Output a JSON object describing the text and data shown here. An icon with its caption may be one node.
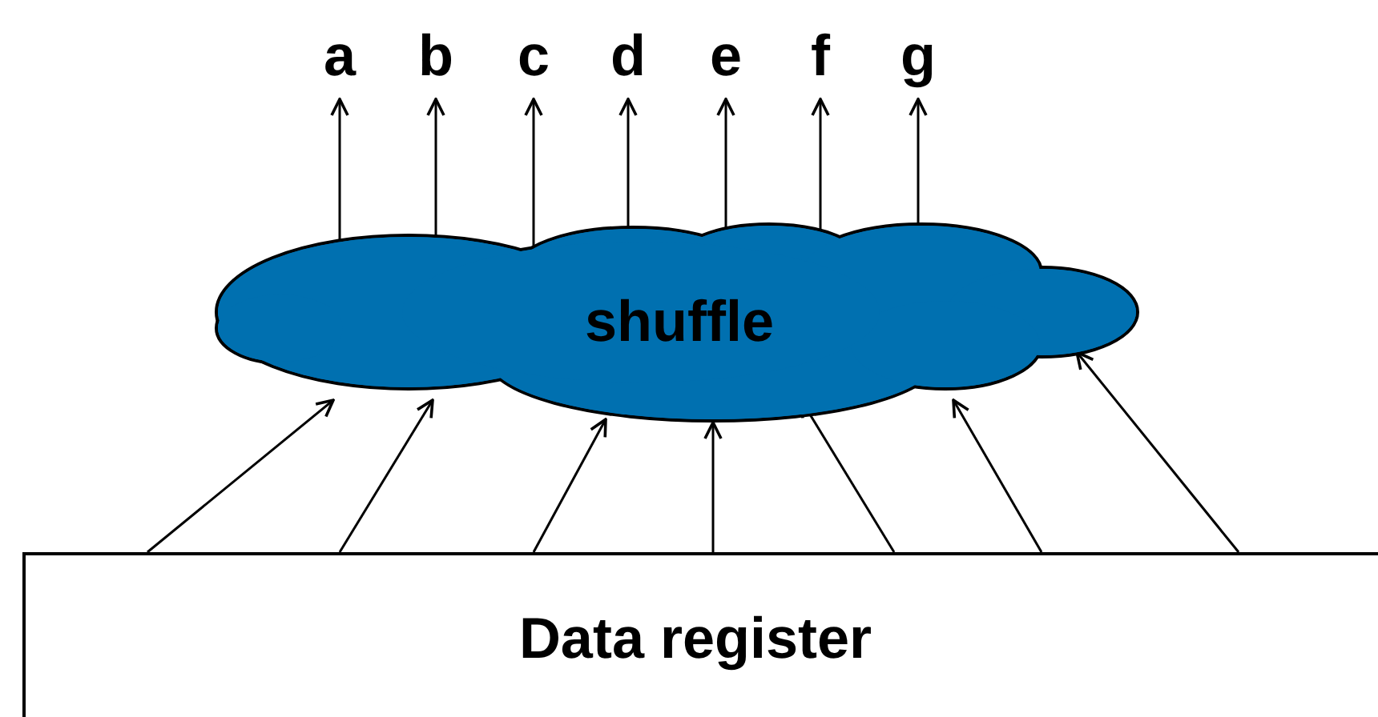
{
  "diagram": {
    "nodes": [
      {
        "text": [
          "shuffle"
        ]
      },
      {
        "text": [
          "Data register"
        ]
      },
      {
        "text": [
          "a"
        ]
      },
      {
        "text": [
          "b"
        ]
      },
      {
        "text": [
          "c"
        ]
      },
      {
        "text": [
          "d"
        ]
      },
      {
        "text": [
          "e"
        ]
      },
      {
        "text": [
          "f"
        ]
      },
      {
        "text": [
          "g"
        ]
      }
    ],
    "edges": [
      {
        "from": 1,
        "to": 0,
        "arrow": "to"
      },
      {
        "from": 1,
        "to": 0,
        "arrow": "to"
      },
      {
        "from": 1,
        "to": 0,
        "arrow": "to"
      },
      {
        "from": 1,
        "to": 0,
        "arrow": "to"
      },
      {
        "from": 1,
        "to": 0,
        "arrow": "to"
      },
      {
        "from": 1,
        "to": 0,
        "arrow": "to"
      },
      {
        "from": 1,
        "to": 0,
        "arrow": "to"
      },
      {
        "from": 0,
        "to": 2,
        "arrow": "to"
      },
      {
        "from": 0,
        "to": 3,
        "arrow": "to"
      },
      {
        "from": 0,
        "to": 4,
        "arrow": "to"
      },
      {
        "from": 0,
        "to": 5,
        "arrow": "to"
      },
      {
        "from": 0,
        "to": 6,
        "arrow": "to"
      },
      {
        "from": 0,
        "to": 7,
        "arrow": "to"
      },
      {
        "from": 0,
        "to": 8,
        "arrow": "to"
      }
    ]
  }
}
